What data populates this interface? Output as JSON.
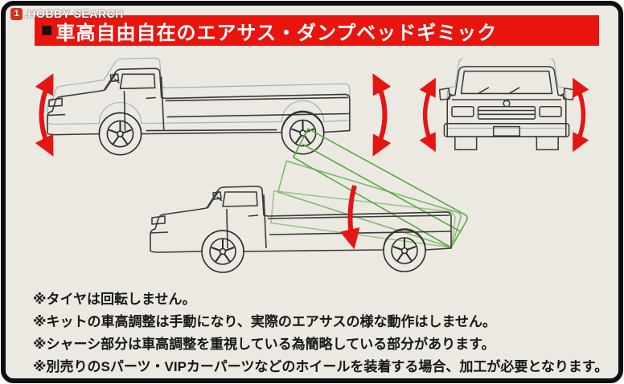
{
  "watermark": {
    "logo": "1",
    "text": ".HOBBY SEARCH"
  },
  "header": {
    "marker": "■",
    "title": "車高自由自在のエアサス・ダンプベッドギミック"
  },
  "colors": {
    "banner_red": "#e8150e",
    "arrow_red": "#e41513",
    "line_dark": "#3a3a3a",
    "ghost_blue": "#9aa9c0",
    "bed_green": "#5aa845",
    "background": "#ece9e2",
    "border_black": "#0e0e0e"
  },
  "diagrams": {
    "side_view_icon": "lowered-pickup-side-view",
    "front_view_icon": "pickup-front-view",
    "dump_view_icon": "pickup-dump-bed-tilt-side-view",
    "arrow_icon": "up-down-ride-height-arrow"
  },
  "notes": [
    "※タイヤは回転しません。",
    "※キットの車高調整は手動になり、実際のエアサスの様な動作はしません。",
    "※シャーシ部分は車高調整を重視している為簡略している部分があります。",
    "※別売りのSパーツ・VIPカーパーツなどのホイールを装着する場合、加工が必要となります。"
  ]
}
